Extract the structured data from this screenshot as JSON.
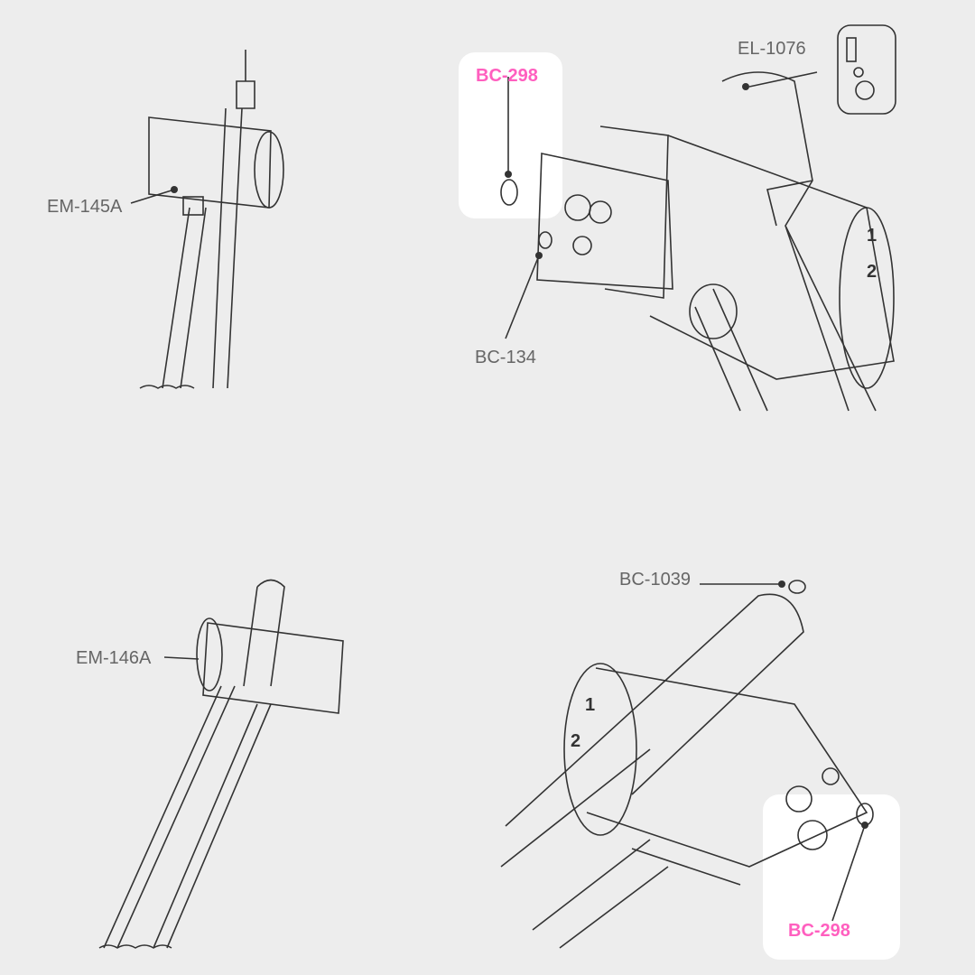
{
  "colors": {
    "background": "#ededed",
    "highlight": "#ff5fbf",
    "line": "#333333",
    "label": "#666666"
  },
  "panels": [
    {
      "id": "top-left",
      "callouts": [
        {
          "label": "EM-145A"
        }
      ]
    },
    {
      "id": "top-right",
      "callouts": [
        {
          "label": "BC-298",
          "highlighted": true
        },
        {
          "label": "BC-134"
        },
        {
          "label": "EL-1076"
        }
      ],
      "dial_numbers": [
        "1",
        "2"
      ]
    },
    {
      "id": "bottom-left",
      "callouts": [
        {
          "label": "EM-146A"
        }
      ]
    },
    {
      "id": "bottom-right",
      "callouts": [
        {
          "label": "BC-1039"
        },
        {
          "label": "BC-298",
          "highlighted": true
        }
      ],
      "dial_numbers": [
        "1",
        "2"
      ]
    }
  ]
}
